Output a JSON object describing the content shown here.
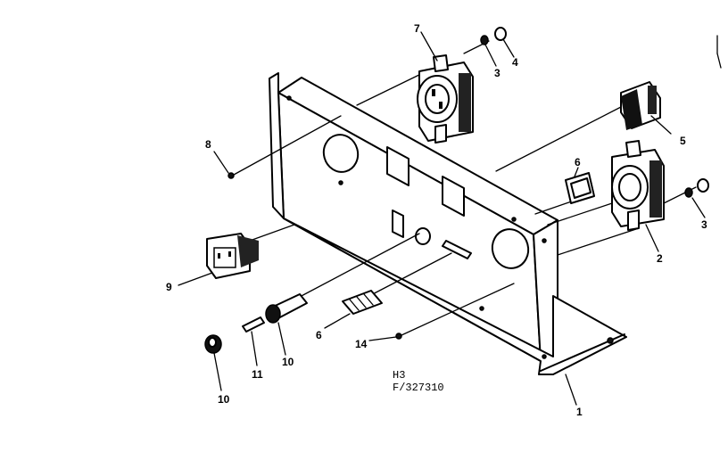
{
  "callouts": [
    {
      "id": "c7",
      "text": "7"
    },
    {
      "id": "c3a",
      "text": "3"
    },
    {
      "id": "c4",
      "text": "4"
    },
    {
      "id": "c5",
      "text": "5"
    },
    {
      "id": "c6a",
      "text": "6"
    },
    {
      "id": "c8",
      "text": "8"
    },
    {
      "id": "c3b",
      "text": "3"
    },
    {
      "id": "c2",
      "text": "2"
    },
    {
      "id": "c9",
      "text": "9"
    },
    {
      "id": "c6b",
      "text": "6"
    },
    {
      "id": "c14",
      "text": "14"
    },
    {
      "id": "c10a",
      "text": "10"
    },
    {
      "id": "c11",
      "text": "11"
    },
    {
      "id": "c10b",
      "text": "10"
    },
    {
      "id": "c1",
      "text": "1"
    }
  ],
  "drawing_code": {
    "line1": "H3",
    "line2": "F/327310"
  }
}
